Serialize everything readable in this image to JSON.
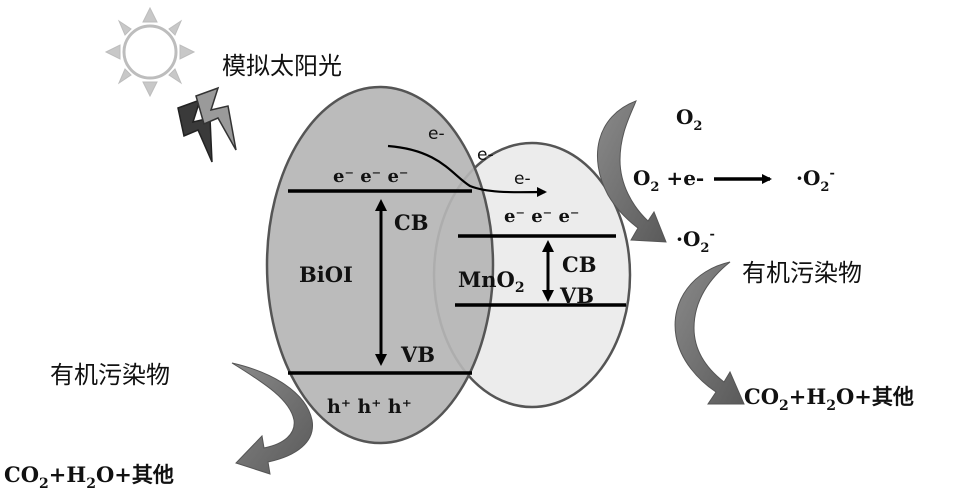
{
  "sunlight_label": "模拟太阳光",
  "biol": {
    "name": "BiOI",
    "electrons": "e⁻ e⁻ e⁻",
    "holes": "h⁺ h⁺ h⁺",
    "cb": "CB",
    "vb": "VB"
  },
  "mno2": {
    "name_main": "MnO",
    "name_sub": "2",
    "electrons": "e⁻ e⁻ e⁻",
    "cb": "CB",
    "vb": "VB"
  },
  "transfer": {
    "e1": "e-",
    "e2": "e-",
    "e3": "e-"
  },
  "right_side": {
    "o2_main": "O",
    "o2_sub": "2",
    "eq_o2_main": "O",
    "eq_o2_sub": "2",
    "eq_plus_e": " +e-",
    "eq_product_prefix": "·O",
    "eq_product_sub": "2",
    "eq_product_sup": "-",
    "radical_prefix": "·O",
    "radical_sub": "2",
    "radical_sup": "-",
    "pollutant": "有机污染物",
    "product_co": "CO",
    "product_co_sub": "2",
    "product_h": "+H",
    "product_h_sub": "2",
    "product_rest": "O+其他"
  },
  "left_side": {
    "pollutant": "有机污染物",
    "product_co": "CO",
    "product_co_sub": "2",
    "product_h": "+H",
    "product_h_sub": "2",
    "product_rest": "O+其他"
  },
  "colors": {
    "biol_fill": "#b5b5b5",
    "mno2_fill": "#ececec",
    "curved_arrow": "#6e6e6e",
    "outline": "#555555",
    "sun": "#bdbdbd"
  },
  "icons": [
    "sun-icon",
    "lightning-icon",
    "curved-arrow-icon"
  ]
}
